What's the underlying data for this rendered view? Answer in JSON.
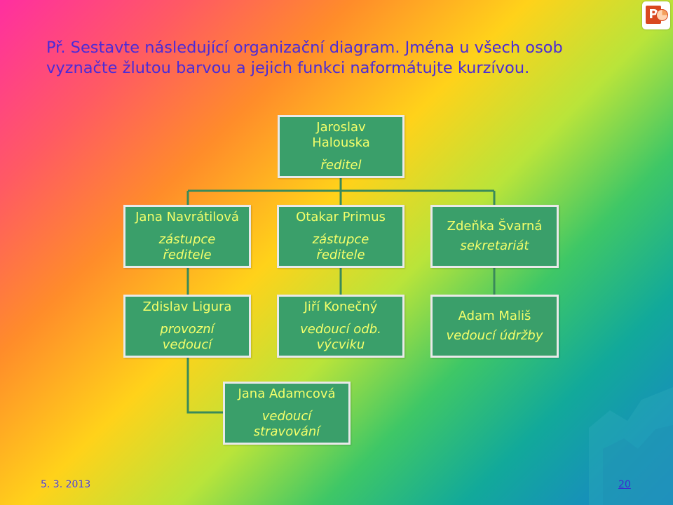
{
  "title": "Př. Sestavte následující organizační diagram. Jména u všech osob vyznačte žlutou barvou a jejich funkci naformátujte kurzívou.",
  "org": {
    "director": {
      "name": "Jaroslav Halouska",
      "role": "ředitel"
    },
    "deputy1": {
      "name": "Jana Navrátilová",
      "role": "zástupce ředitele"
    },
    "deputy2": {
      "name": "Otakar Primus",
      "role": "zástupce ředitele"
    },
    "secretary": {
      "name": "Zdeňka Švarná",
      "role": "sekretariát"
    },
    "manager_ops": {
      "name": "Zdislav Ligura",
      "role": "provozní vedoucí"
    },
    "manager_training": {
      "name": "Jiří Konečný",
      "role": "vedoucí odb. výcviku"
    },
    "manager_maintenance": {
      "name": "Adam Mališ",
      "role": "vedoucí údržby"
    },
    "manager_catering": {
      "name": "Jana Adamcová",
      "role": "vedoucí stravování"
    }
  },
  "footer": {
    "date": "5. 3. 2013",
    "page": "20"
  },
  "colors": {
    "box_fill": "#3a9f6a",
    "box_border": "#e9e9e9",
    "name_color": "#f4ff6a",
    "connector": "#3a8a5a",
    "title_color": "#4a2bd8"
  },
  "icons": {
    "app": "powerpoint-icon"
  }
}
